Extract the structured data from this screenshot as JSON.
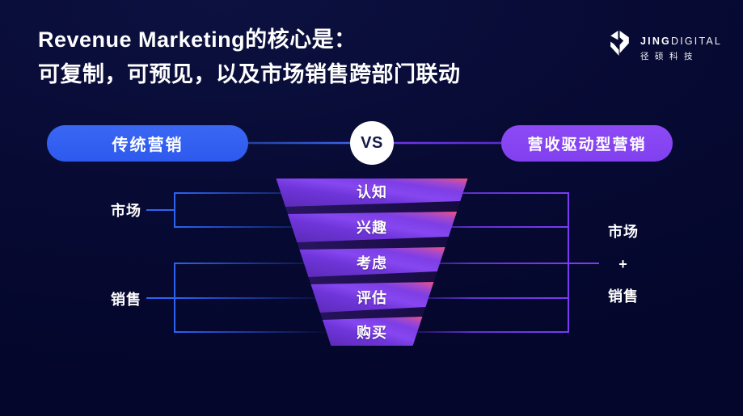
{
  "header": {
    "title_line1": "Revenue Marketing的核心是：",
    "title_line2": "可复制，可预见，以及市场销售跨部门联动"
  },
  "logo": {
    "brand_bold": "JING",
    "brand_light": "DIGITAL",
    "brand_cn": "径硕科技"
  },
  "comparison": {
    "left_label": "传统营销",
    "vs_label": "VS",
    "right_label": "营收驱动型营销",
    "left_pill_color": "#3261f1",
    "right_pill_color": "#8a45f2",
    "left_line_color": "#2e63f2",
    "right_line_color": "#7a3bf5"
  },
  "funnel": {
    "stages": [
      {
        "label": "认知"
      },
      {
        "label": "兴趣"
      },
      {
        "label": "考虑"
      },
      {
        "label": "评估"
      },
      {
        "label": "购买"
      }
    ],
    "face_gradient": [
      "#5b2ab6",
      "#8647f0",
      "#f25080"
    ],
    "back_color": "#2a1663"
  },
  "groups": {
    "left_top": "市场",
    "left_bottom": "销售",
    "right": [
      "市场",
      "+",
      "销售"
    ]
  },
  "colors": {
    "background": "#070a33"
  }
}
